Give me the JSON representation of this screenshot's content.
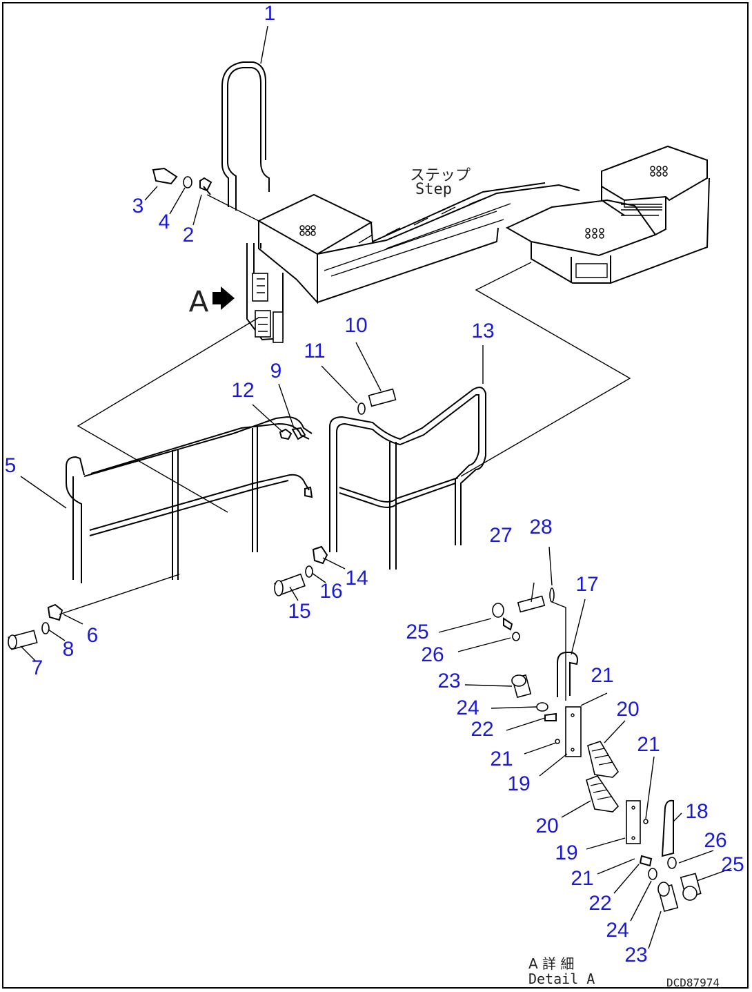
{
  "labels": {
    "step_jp": "ステップ",
    "step_en": "Step",
    "view_letter": "A",
    "detail_jp": "A 詳 細",
    "detail_en": "Detail A",
    "drawing_code": "DCD87974"
  },
  "callouts": [
    {
      "id": "c1",
      "text": "1"
    },
    {
      "id": "c2",
      "text": "2"
    },
    {
      "id": "c3",
      "text": "3"
    },
    {
      "id": "c4",
      "text": "4"
    },
    {
      "id": "c5",
      "text": "5"
    },
    {
      "id": "c6",
      "text": "6"
    },
    {
      "id": "c7",
      "text": "7"
    },
    {
      "id": "c8",
      "text": "8"
    },
    {
      "id": "c9",
      "text": "9"
    },
    {
      "id": "c10",
      "text": "10"
    },
    {
      "id": "c11",
      "text": "11"
    },
    {
      "id": "c12",
      "text": "12"
    },
    {
      "id": "c13",
      "text": "13"
    },
    {
      "id": "c14",
      "text": "14"
    },
    {
      "id": "c15",
      "text": "15"
    },
    {
      "id": "c16",
      "text": "16"
    },
    {
      "id": "c17",
      "text": "17"
    },
    {
      "id": "c18",
      "text": "18"
    },
    {
      "id": "c19a",
      "text": "19"
    },
    {
      "id": "c19b",
      "text": "19"
    },
    {
      "id": "c20a",
      "text": "20"
    },
    {
      "id": "c20b",
      "text": "20"
    },
    {
      "id": "c21a",
      "text": "21"
    },
    {
      "id": "c21b",
      "text": "21"
    },
    {
      "id": "c21c",
      "text": "21"
    },
    {
      "id": "c21d",
      "text": "21"
    },
    {
      "id": "c22a",
      "text": "22"
    },
    {
      "id": "c22b",
      "text": "22"
    },
    {
      "id": "c23a",
      "text": "23"
    },
    {
      "id": "c23b",
      "text": "23"
    },
    {
      "id": "c24a",
      "text": "24"
    },
    {
      "id": "c24b",
      "text": "24"
    },
    {
      "id": "c25a",
      "text": "25"
    },
    {
      "id": "c25b",
      "text": "25"
    },
    {
      "id": "c26a",
      "text": "26"
    },
    {
      "id": "c26b",
      "text": "26"
    },
    {
      "id": "c27",
      "text": "27"
    },
    {
      "id": "c28",
      "text": "28"
    }
  ],
  "colors": {
    "callout": "#1a1ad4",
    "line": "#000000"
  }
}
